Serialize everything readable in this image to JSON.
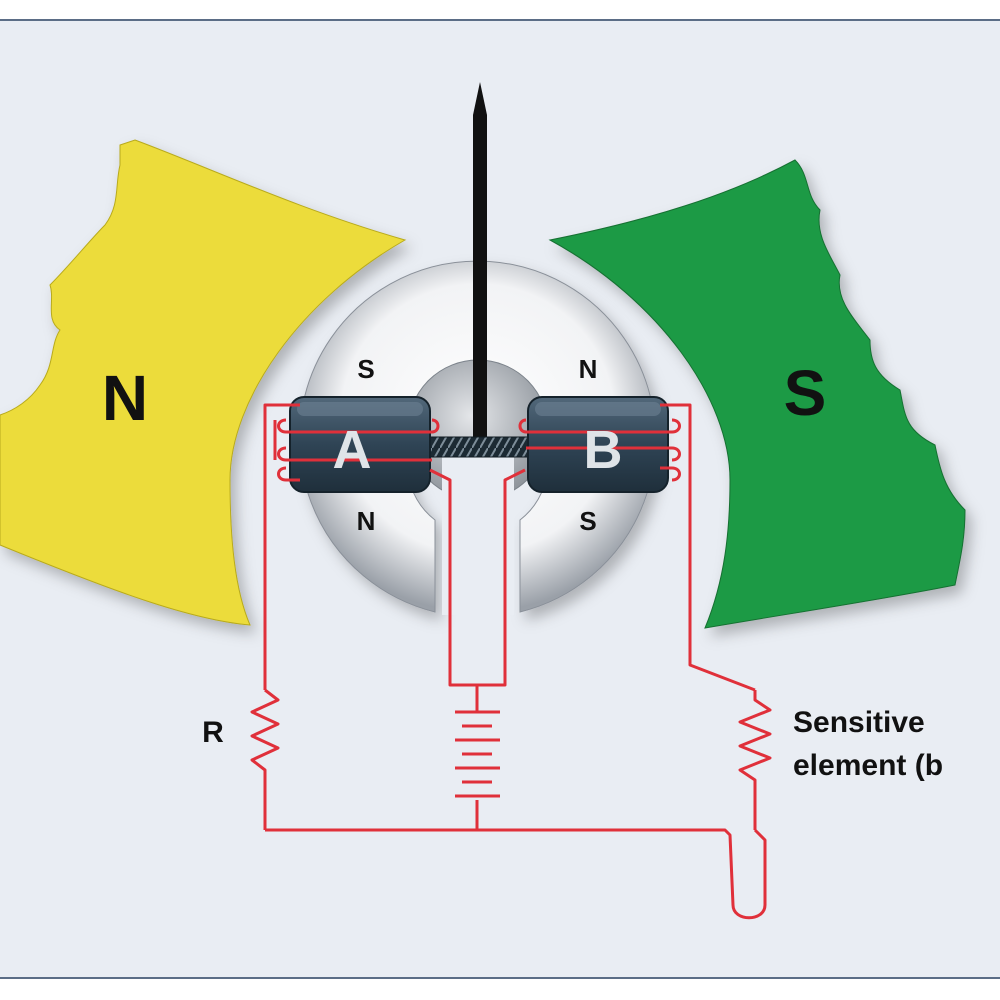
{
  "magnet": {
    "north_pole_label": "N",
    "south_pole_label": "S",
    "north_color": "#ecdc3a",
    "south_color": "#1f9a44"
  },
  "coils": {
    "coil_a_label": "A",
    "coil_b_label": "B",
    "coil_a_top_pole": "S",
    "coil_a_bottom_pole": "N",
    "coil_b_top_pole": "N",
    "coil_b_bottom_pole": "S"
  },
  "circuit": {
    "resistor_label": "R",
    "sensitive_element_line1": "Sensitive",
    "sensitive_element_line2": "element (b",
    "wire_color": "#e0303a"
  },
  "colors": {
    "background": "#e9edf3",
    "frame": "#5b6d86",
    "pointer": "#111111",
    "coil": "#33495a"
  }
}
